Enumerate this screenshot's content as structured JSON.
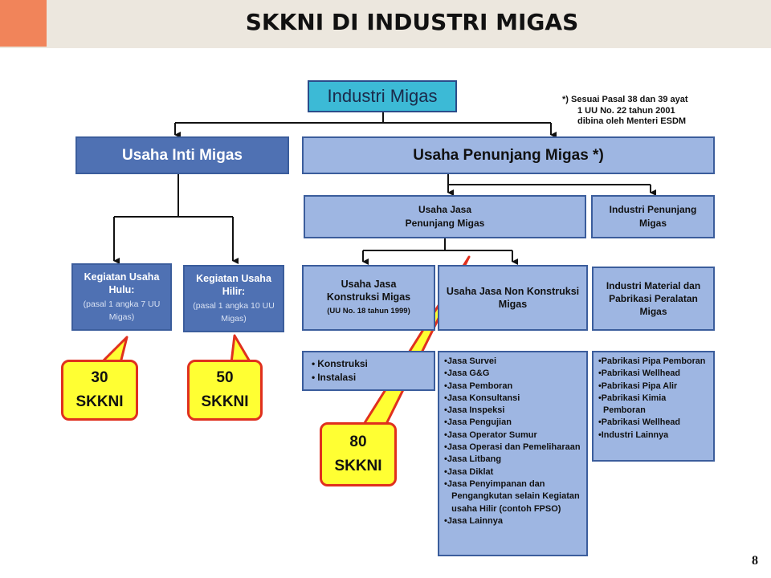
{
  "slide": {
    "title": "SKKNI DI INDUSTRI MIGAS",
    "page_number": "8",
    "note": [
      "*) Sesuai Pasal  38 dan 39 ayat",
      "1 UU No. 22 tahun 2001",
      "dibina oleh Menteri ESDM"
    ]
  },
  "colors": {
    "header_band": "#ece7de",
    "header_accent": "#f1845a",
    "box_dark": "#4f71b3",
    "box_light": "#9eb6e2",
    "box_top": "#3cbad6",
    "callout_fill": "#ffff33",
    "callout_border": "#e0301e"
  },
  "diagram": {
    "root": "Industri Migas",
    "inti": "Usaha Inti Migas",
    "penunjang": "Usaha Penunjang Migas *)",
    "hulu": {
      "title": [
        "Kegiatan Usaha",
        "Hulu:"
      ],
      "ref": [
        "(pasal 1 angka 7 UU",
        "Migas)"
      ]
    },
    "hilir": {
      "title": [
        "Kegiatan Usaha",
        "Hilir:"
      ],
      "ref": [
        "(pasal 1 angka 10 UU",
        "Migas)"
      ]
    },
    "jasa_penunjang": [
      "Usaha Jasa",
      "Penunjang Migas"
    ],
    "industri_penunjang": [
      "Industri Penunjang",
      "Migas"
    ],
    "jasa_konstruksi": {
      "title": [
        "Usaha Jasa",
        "Konstruksi Migas"
      ],
      "ref": "(UU No. 18 tahun 1999)"
    },
    "jasa_non_konstruksi": [
      "Usaha Jasa Non Konstruksi",
      "Migas"
    ],
    "industri_material": [
      "Industri Material dan",
      "Pabrikasi Peralatan",
      "Migas"
    ],
    "konstruksi_items": [
      "Konstruksi",
      "Instalasi"
    ],
    "non_konstruksi_items": [
      "•Jasa Survei",
      "•Jasa G&G",
      "•Jasa Pemboran",
      "•Jasa Konsultansi",
      "•Jasa Inspeksi",
      "•Jasa Pengujian",
      "•Jasa Operator Sumur",
      "•Jasa Operasi dan Pemeliharaan",
      "•Jasa Litbang",
      "•Jasa Diklat",
      "•Jasa Penyimpanan dan",
      "   Pengangkutan selain Kegiatan",
      "   usaha Hilir (contoh FPSO)",
      "•Jasa Lainnya"
    ],
    "pabrikasi_items": [
      "•Pabrikasi Pipa Pemboran",
      "•Pabrikasi Wellhead",
      "•Pabrikasi Pipa Alir",
      "•Pabrikasi Kimia",
      "  Pemboran",
      "•Pabrikasi Wellhead",
      "•Industri Lainnya"
    ],
    "callouts": [
      {
        "number": "30",
        "label": "SKKNI"
      },
      {
        "number": "50",
        "label": "SKKNI"
      },
      {
        "number": "80",
        "label": "SKKNI"
      }
    ]
  }
}
